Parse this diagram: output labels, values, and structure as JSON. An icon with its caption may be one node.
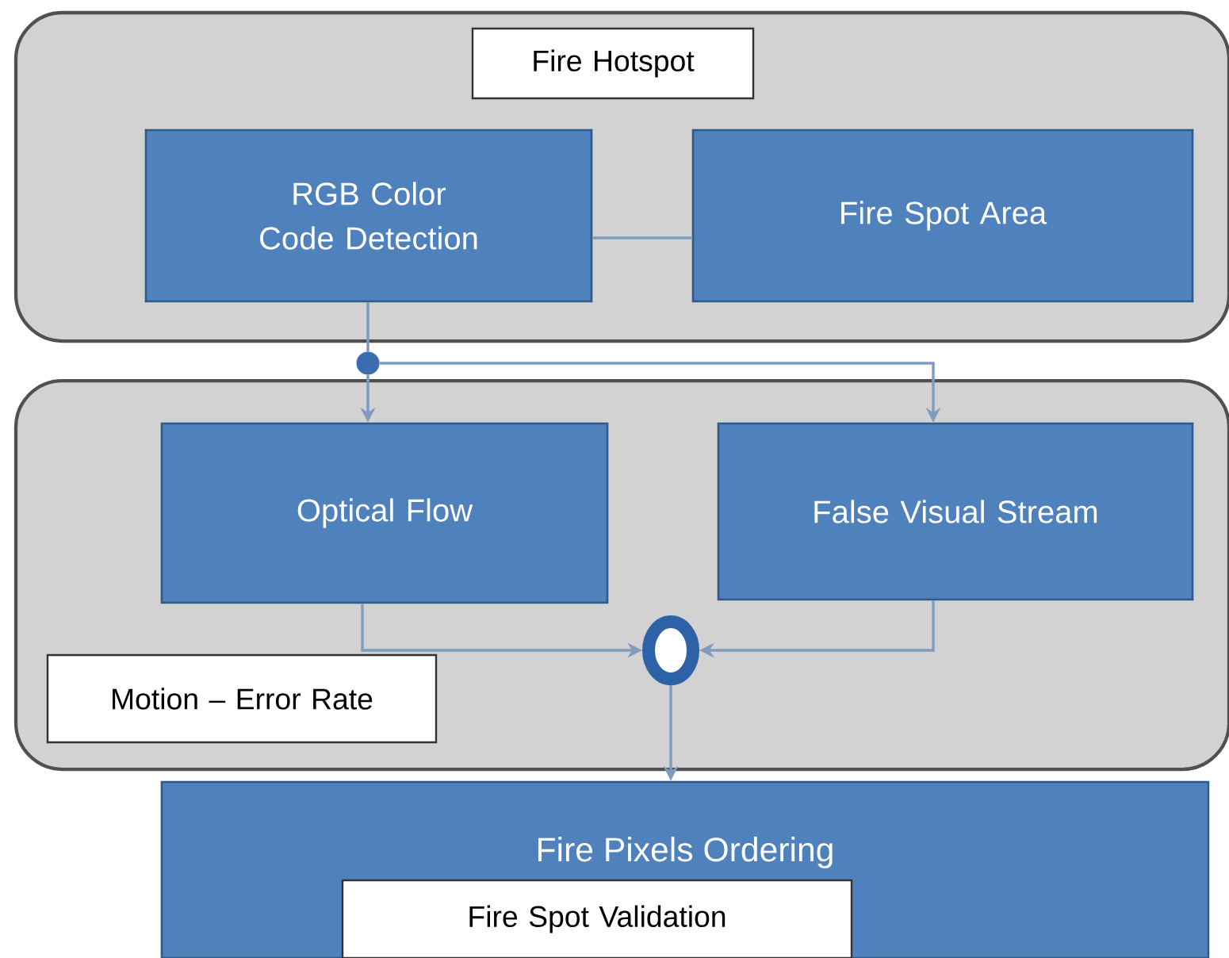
{
  "diagram": {
    "nodes": [
      {
        "text": [],
        "shape": "box"
      },
      {
        "text": [
          "Fire Hotspot"
        ],
        "in": 0
      },
      {
        "text": [
          "RGB Color Code Detection"
        ],
        "in": 0
      },
      {
        "text": [
          "Fire Spot Area"
        ],
        "in": 0
      },
      {
        "text": [],
        "shape": "circle"
      },
      {
        "text": [],
        "shape": "box"
      },
      {
        "text": [
          "Optical Flow"
        ],
        "in": 5
      },
      {
        "text": [
          "False Visual Stream"
        ],
        "in": 5
      },
      {
        "text": [],
        "shape": "circle",
        "in": 5
      },
      {
        "text": [
          "Motion – Error Rate"
        ],
        "in": 5
      },
      {
        "text": [
          "Fire Pixels Ordering"
        ]
      },
      {
        "text": [
          "Fire Spot Validation"
        ],
        "in": 10
      }
    ],
    "edges": [
      {
        "from": 2,
        "to": 3,
        "arrow": "none"
      },
      {
        "from": 2,
        "to": 4,
        "arrow": "none"
      },
      {
        "from": 4,
        "to": 6,
        "arrow": "to"
      },
      {
        "from": 4,
        "to": 7,
        "arrow": "to"
      },
      {
        "from": 6,
        "to": 8,
        "arrow": "to"
      },
      {
        "from": 7,
        "to": 8,
        "arrow": "to"
      },
      {
        "from": 8,
        "to": 10,
        "arrow": "to"
      }
    ]
  }
}
